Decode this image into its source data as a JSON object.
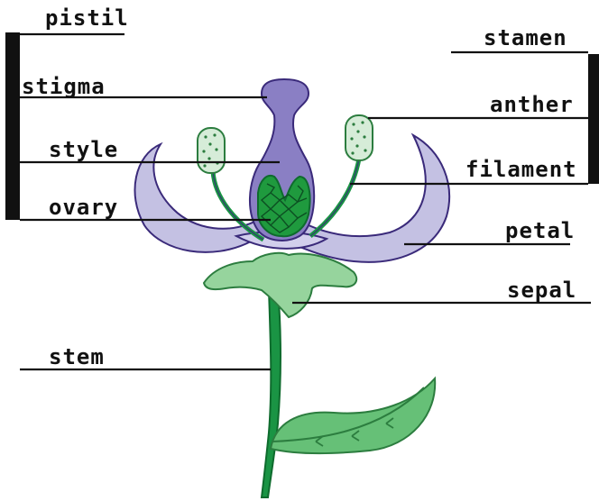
{
  "labels": {
    "pistil": "pistil",
    "stigma": "stigma",
    "style": "style",
    "ovary": "ovary",
    "stem": "stem",
    "stamen": "stamen",
    "anther": "anther",
    "filament": "filament",
    "petal": "petal",
    "sepal": "sepal"
  },
  "colors": {
    "petal": "#c4c1e3",
    "pistil": "#8a7fc4",
    "ovary_cells": "#1f9a3e",
    "sepal": "#96d49d",
    "stem": "#1a9444",
    "leaf": "#66c077",
    "anther": "#d6ecd8",
    "outline": "#3a2a7a"
  }
}
